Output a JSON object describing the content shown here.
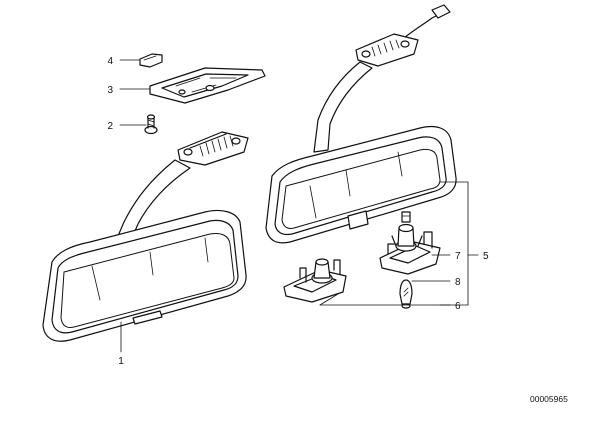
{
  "diagram": {
    "part_numbers": {
      "p1": "1",
      "p2": "2",
      "p3": "3",
      "p4": "4",
      "p5": "5",
      "p6": "6",
      "p7": "7",
      "p8": "8"
    },
    "catalog_code": "00005965"
  }
}
